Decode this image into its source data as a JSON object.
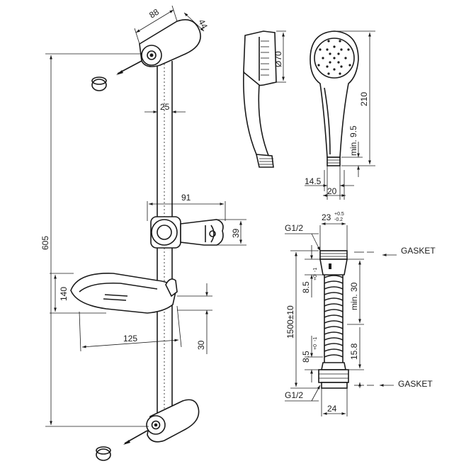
{
  "dimensions": {
    "bracket_width": "88",
    "bracket_depth": "44",
    "rail_offset": "25",
    "total_height": "605",
    "slider_width": "91",
    "slider_height": "39",
    "dish_width": "140",
    "dish_length": "125",
    "dish_offset": "30",
    "head_diameter": "Ø70",
    "head_length": "210",
    "handle_min": "min. 9.5",
    "handle_outer": "14.5",
    "handle_inner": "20",
    "hose_nut_size": "23",
    "hose_tol_plus": "+0.5",
    "hose_tol_minus": "-0.2",
    "hose_length": "1500±10",
    "hose_fitting_upper": "8.5",
    "hose_fitting_lower": "8.5",
    "hose_fitting_tol_plus": "+0",
    "hose_fitting_tol_minus": "-1",
    "hose_min": "min. 30",
    "hose_lower_length": "15.8",
    "hose_base_width": "24"
  },
  "labels": {
    "thread_top": "G1/2",
    "thread_bottom": "G1/2",
    "gasket_top": "GASKET",
    "gasket_bottom": "GASKET"
  }
}
